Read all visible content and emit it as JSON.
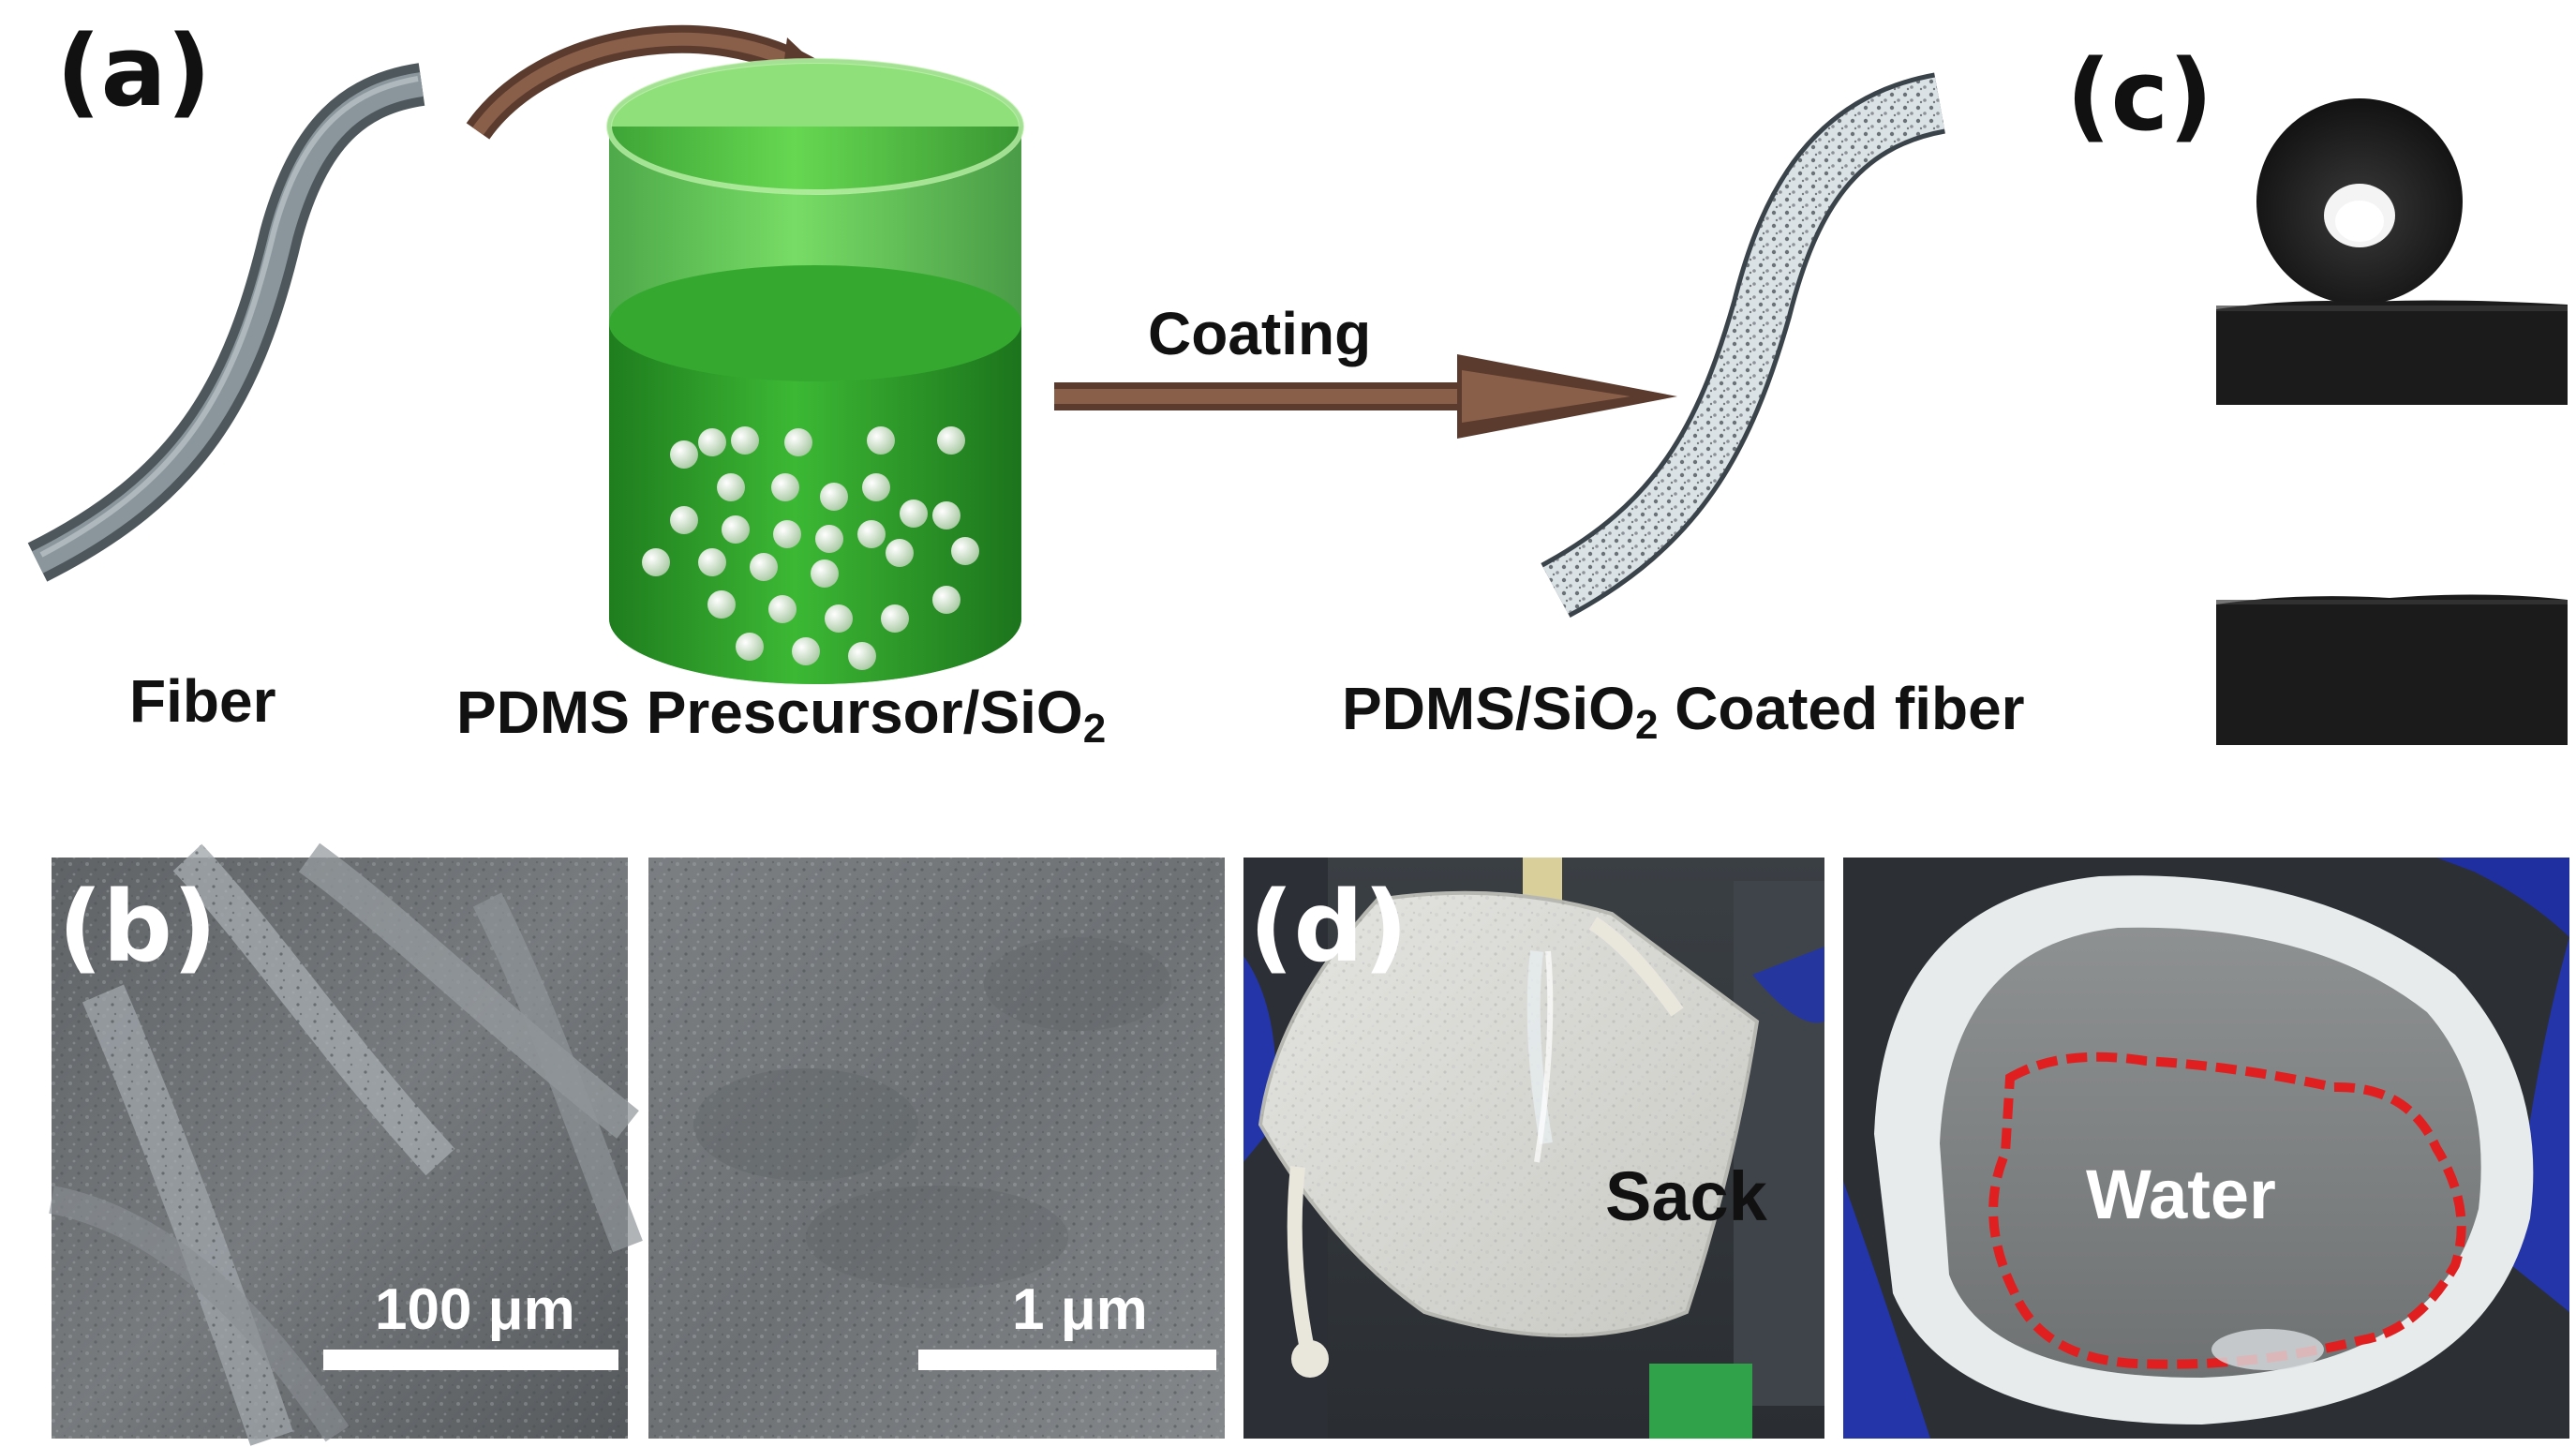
{
  "panels": {
    "a": {
      "label": "(a)",
      "fiber_caption": "Fiber",
      "precursor_caption_main": "PDMS Prescursor/SiO",
      "precursor_caption_sub": "2",
      "process_label": "Coating",
      "coated_caption_pre": "PDMS/SiO",
      "coated_caption_sub": "2",
      "coated_caption_post": " Coated fiber"
    },
    "b": {
      "label": "(b)",
      "scale_left": "100 μm",
      "scale_right": "1 μm"
    },
    "c": {
      "label": "(c)"
    },
    "d": {
      "label": "(d)",
      "sack_label": "Sack",
      "water_label": "Water"
    }
  },
  "colors": {
    "fiber_gray": "#6f7a80",
    "beaker_green": "#4cc23a",
    "liquid_green": "#2f9a2a",
    "arrow_brown": "#6b4a3a",
    "outline_red": "#e02020",
    "glove_blue": "#2335a8"
  }
}
